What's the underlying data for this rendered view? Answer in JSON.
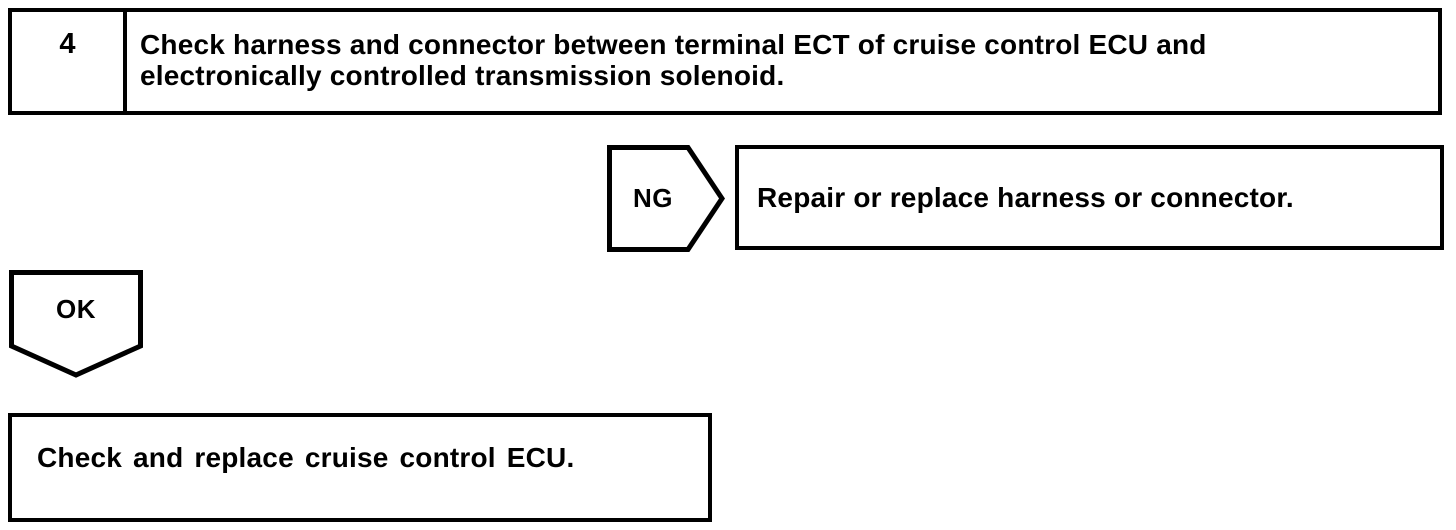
{
  "flowchart": {
    "step_box": {
      "number": "4",
      "instruction_line1": "Check harness and connector between terminal ECT of cruise control ECU and",
      "instruction_line2": "electronically controlled transmission solenoid."
    },
    "ng_branch": {
      "connector_label": "NG",
      "action": "Repair or replace harness or connector."
    },
    "ok_branch": {
      "connector_label": "OK",
      "action": "Check and replace cruise control ECU."
    }
  },
  "colors": {
    "ink": "#000000",
    "paper": "#ffffff"
  }
}
